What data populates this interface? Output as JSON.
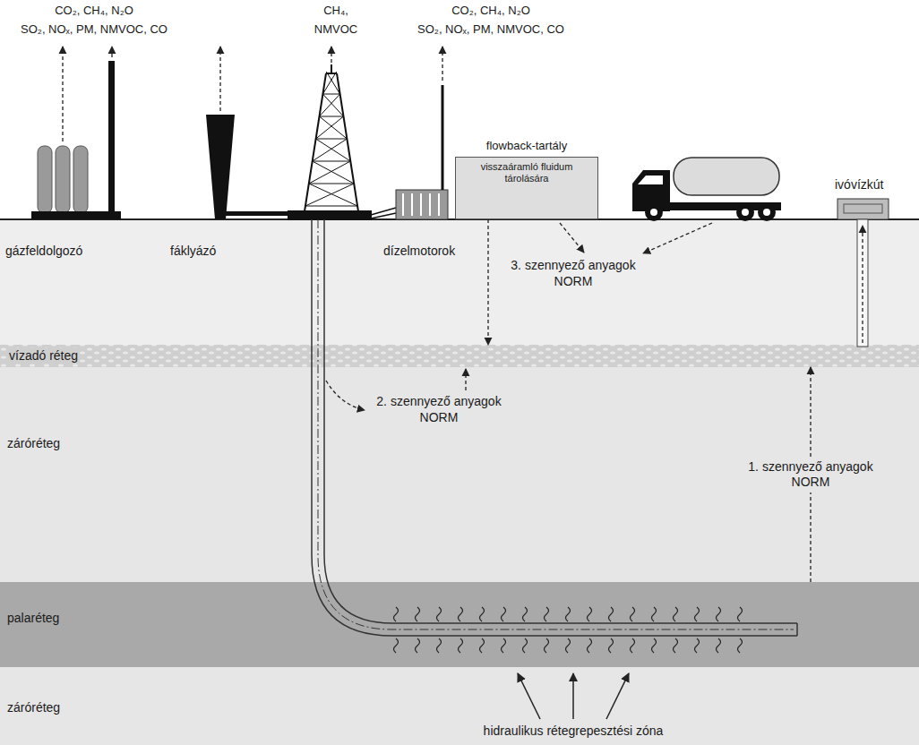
{
  "diagram": {
    "nodes": [
      {
        "text": [
          "flowback-tartály",
          "visszaáramló fluidum tárolására"
        ]
      },
      {
        "text": [
          "vízadó réteg"
        ]
      },
      {
        "text": [
          "záróréteg"
        ]
      },
      {
        "text": [
          "palaréteg"
        ]
      },
      {
        "text": [
          "záróréteg"
        ]
      }
    ],
    "edges": [
      {
        "from": 0,
        "to": 1,
        "arrow": "to"
      },
      {
        "from": 3,
        "to": 1,
        "label": "1. szennyező anyagok NORM",
        "arrow": "to"
      }
    ],
    "labels": [
      "CO₂, CH₄, N₂O",
      "SO₂, NOₓ, PM, NMVOC, CO",
      "CH₄,",
      "NMVOC",
      "CO₂, CH₄, N₂O",
      "SO₂, NOₓ, PM, NMVOC, CO",
      "gázfeldolgozó",
      "fáklyázó",
      "dízelmotorok",
      "3. szennyező anyagok NORM",
      "ivóvízkút",
      "2. szennyező anyagok NORM",
      "hidraulikus rétegrepesztési zóna"
    ]
  }
}
